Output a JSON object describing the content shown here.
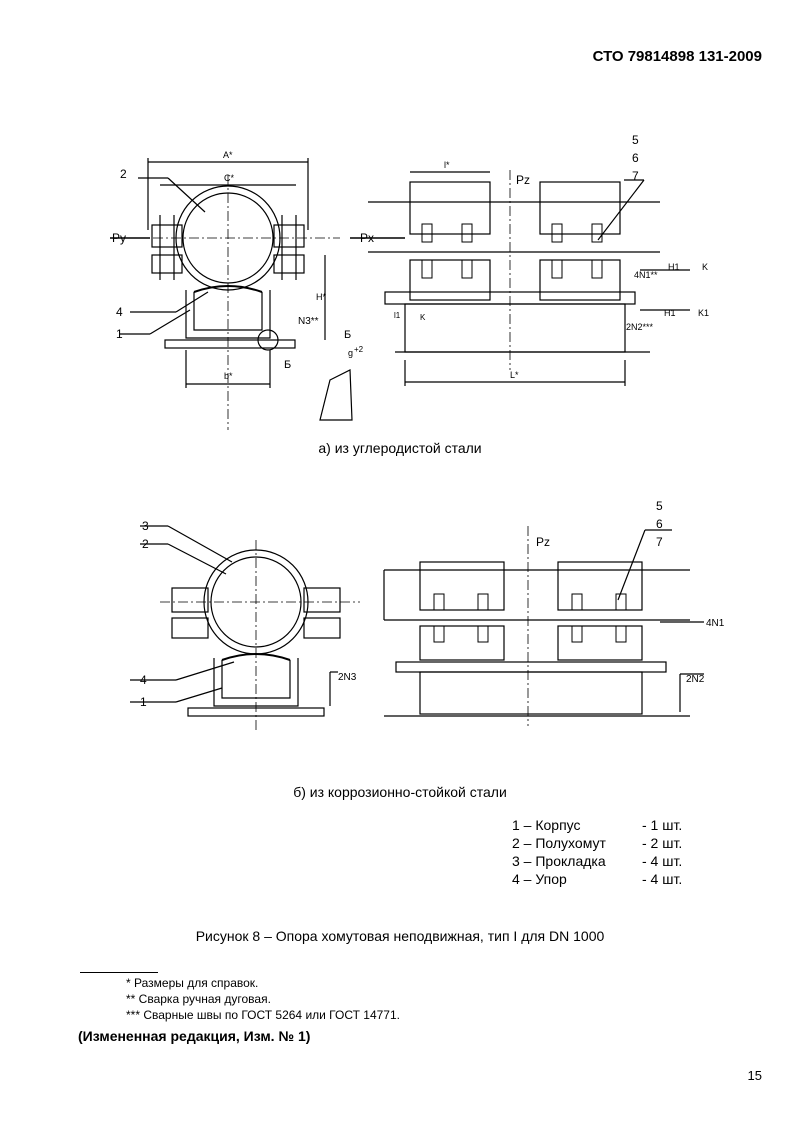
{
  "header": {
    "doc_code": "СТО 79814898 131-2009"
  },
  "figure_a": {
    "caption": "а) из углеродистой стали",
    "labels": {
      "n1": "1",
      "n2": "2",
      "n4": "4",
      "n5": "5",
      "n6": "6",
      "n7": "7",
      "py": "Py",
      "px": "Px",
      "pz": "Pz",
      "dimA": "A*",
      "dimC": "C*",
      "dimB": "b*",
      "dimH": "H*",
      "dimL": "L*",
      "dimL1": "l*",
      "dimLsmall": "l1",
      "dimK": "K",
      "n3": "N3**",
      "viewB": "Б",
      "viewB2": "Б",
      "g": "g",
      "g2": "+2",
      "w1": "4N1**",
      "w1b": "H1",
      "w1c": "K",
      "w2": "2N2***",
      "w2b": "H1",
      "w2c": "K1"
    }
  },
  "figure_b": {
    "caption": "б) из коррозионно-стойкой стали",
    "labels": {
      "n1": "1",
      "n2": "2",
      "n3": "3",
      "n4": "4",
      "n5": "5",
      "n6": "6",
      "n7": "7",
      "pz": "Pz",
      "w1": "4N1",
      "w2": "2N2",
      "w3": "2N3"
    }
  },
  "parts": [
    {
      "name": "1 – Корпус",
      "qty": "- 1 шт."
    },
    {
      "name": "2 – Полухомут",
      "qty": "- 2 шт."
    },
    {
      "name": "3 – Прокладка",
      "qty": "- 4 шт."
    },
    {
      "name": "4 – Упор",
      "qty": "- 4 шт."
    }
  ],
  "figure_caption": "Рисунок 8 – Опора хомутовая неподвижная, тип I  для DN 1000",
  "footnotes": [
    "* Размеры для справок.",
    "** Сварка ручная дуговая.",
    "*** Сварные швы по ГОСТ 5264 или ГОСТ 14771."
  ],
  "amendment": "(Измененная редакция, Изм. № 1)",
  "page_number": "15"
}
